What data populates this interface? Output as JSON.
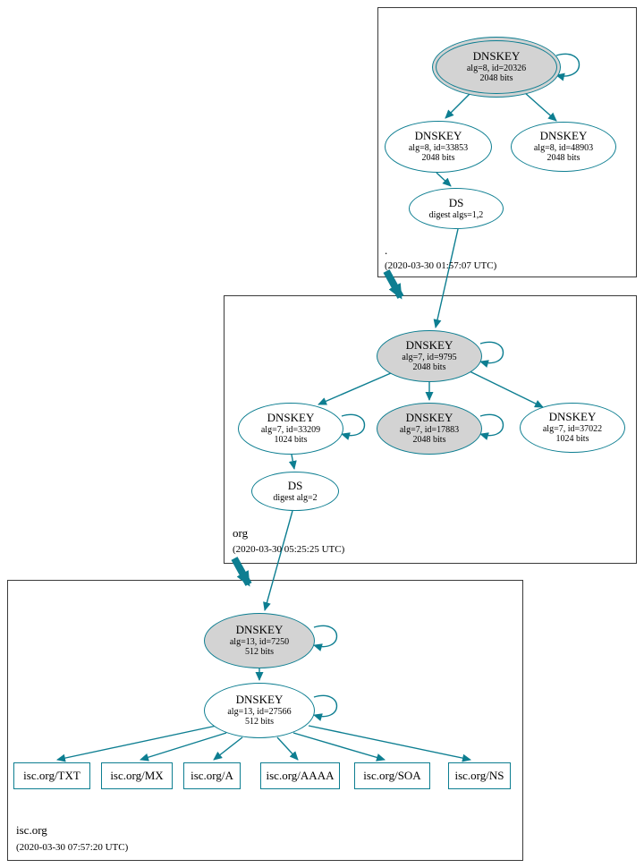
{
  "colors": {
    "accent_teal": "#0d7e91",
    "ksk_fill": "#d3d3d3",
    "zsk_fill": "#ffffff"
  },
  "zones": {
    "root": {
      "label": ".",
      "timestamp": "(2020-03-30 01:57:07 UTC)",
      "nodes": {
        "ksk": {
          "title": "DNSKEY",
          "line2": "alg=8, id=20326",
          "line3": "2048 bits"
        },
        "zsk1": {
          "title": "DNSKEY",
          "line2": "alg=8, id=33853",
          "line3": "2048 bits"
        },
        "zsk2": {
          "title": "DNSKEY",
          "line2": "alg=8, id=48903",
          "line3": "2048 bits"
        },
        "ds": {
          "title": "DS",
          "line2": "digest algs=1,2"
        }
      }
    },
    "org": {
      "label": "org",
      "timestamp": "(2020-03-30 05:25:25 UTC)",
      "nodes": {
        "ksk": {
          "title": "DNSKEY",
          "line2": "alg=7, id=9795",
          "line3": "2048 bits"
        },
        "zsk1": {
          "title": "DNSKEY",
          "line2": "alg=7, id=33209",
          "line3": "1024 bits"
        },
        "ksk2": {
          "title": "DNSKEY",
          "line2": "alg=7, id=17883",
          "line3": "2048 bits"
        },
        "zsk2": {
          "title": "DNSKEY",
          "line2": "alg=7, id=37022",
          "line3": "1024 bits"
        },
        "ds": {
          "title": "DS",
          "line2": "digest alg=2"
        }
      }
    },
    "isc": {
      "label": "isc.org",
      "timestamp": "(2020-03-30 07:57:20 UTC)",
      "nodes": {
        "ksk": {
          "title": "DNSKEY",
          "line2": "alg=13, id=7250",
          "line3": "512 bits"
        },
        "zsk": {
          "title": "DNSKEY",
          "line2": "alg=13, id=27566",
          "line3": "512 bits"
        }
      },
      "records": [
        "isc.org/TXT",
        "isc.org/MX",
        "isc.org/A",
        "isc.org/AAAA",
        "isc.org/SOA",
        "isc.org/NS"
      ]
    }
  }
}
